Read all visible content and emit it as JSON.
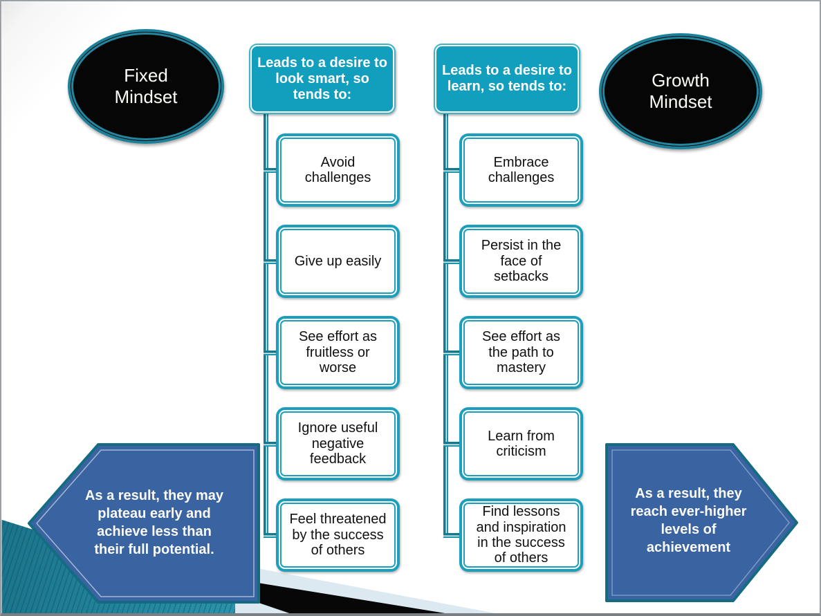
{
  "diagram": {
    "left": {
      "mindset": "Fixed Mindset",
      "header": "Leads to a desire to look smart, so tends to:",
      "items": [
        "Avoid challenges",
        "Give up easily",
        "See effort as fruitless or worse",
        "Ignore useful negative feedback",
        "Feel threatened by the success of others"
      ],
      "result": "As a result, they may\nplateau early and\nachieve less than\ntheir full potential."
    },
    "right": {
      "mindset": "Growth Mindset",
      "header": "Leads to a desire to learn, so tends to:",
      "items": [
        "Embrace challenges",
        "Persist in the face of setbacks",
        "See effort as the path to mastery",
        "Learn from criticism",
        "Find lessons and inspiration in the success of others"
      ],
      "result": "As a result, they\nreach ever-higher\nlevels of\nachievement"
    },
    "colors": {
      "teal": "#129fbe",
      "teal_dark": "#157c96",
      "ellipse_ring": "#1d8099",
      "shape_black": "#060606",
      "result_blue": "#3a63a1",
      "result_border": "#146b82",
      "wedge_pale": "#dde9f1"
    }
  }
}
